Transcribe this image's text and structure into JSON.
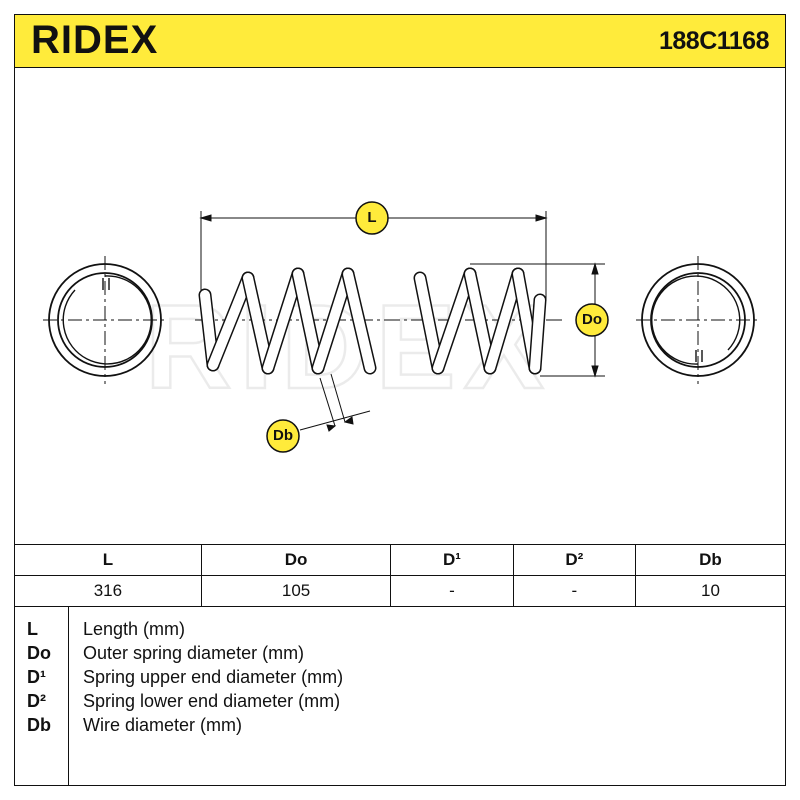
{
  "header": {
    "brand": "RIDEX",
    "part_number": "188C1168",
    "brand_color": "#FFEB3B"
  },
  "diagram": {
    "labels": {
      "length": "L",
      "outer_diameter": "Do",
      "wire_diameter": "Db"
    },
    "watermark": "RIDEX",
    "badge_color": "#FFEB3B"
  },
  "spec_table": {
    "headers": [
      "L",
      "Do",
      "D¹",
      "D²",
      "Db"
    ],
    "values": [
      "316",
      "105",
      "-",
      "-",
      "10"
    ]
  },
  "legend": [
    {
      "code": "L",
      "description": "Length (mm)"
    },
    {
      "code": "Do",
      "description": "Outer spring diameter (mm)"
    },
    {
      "code": "D¹",
      "description": "Spring upper end diameter (mm)"
    },
    {
      "code": "D²",
      "description": "Spring lower end diameter (mm)"
    },
    {
      "code": "Db",
      "description": "Wire diameter (mm)"
    }
  ]
}
